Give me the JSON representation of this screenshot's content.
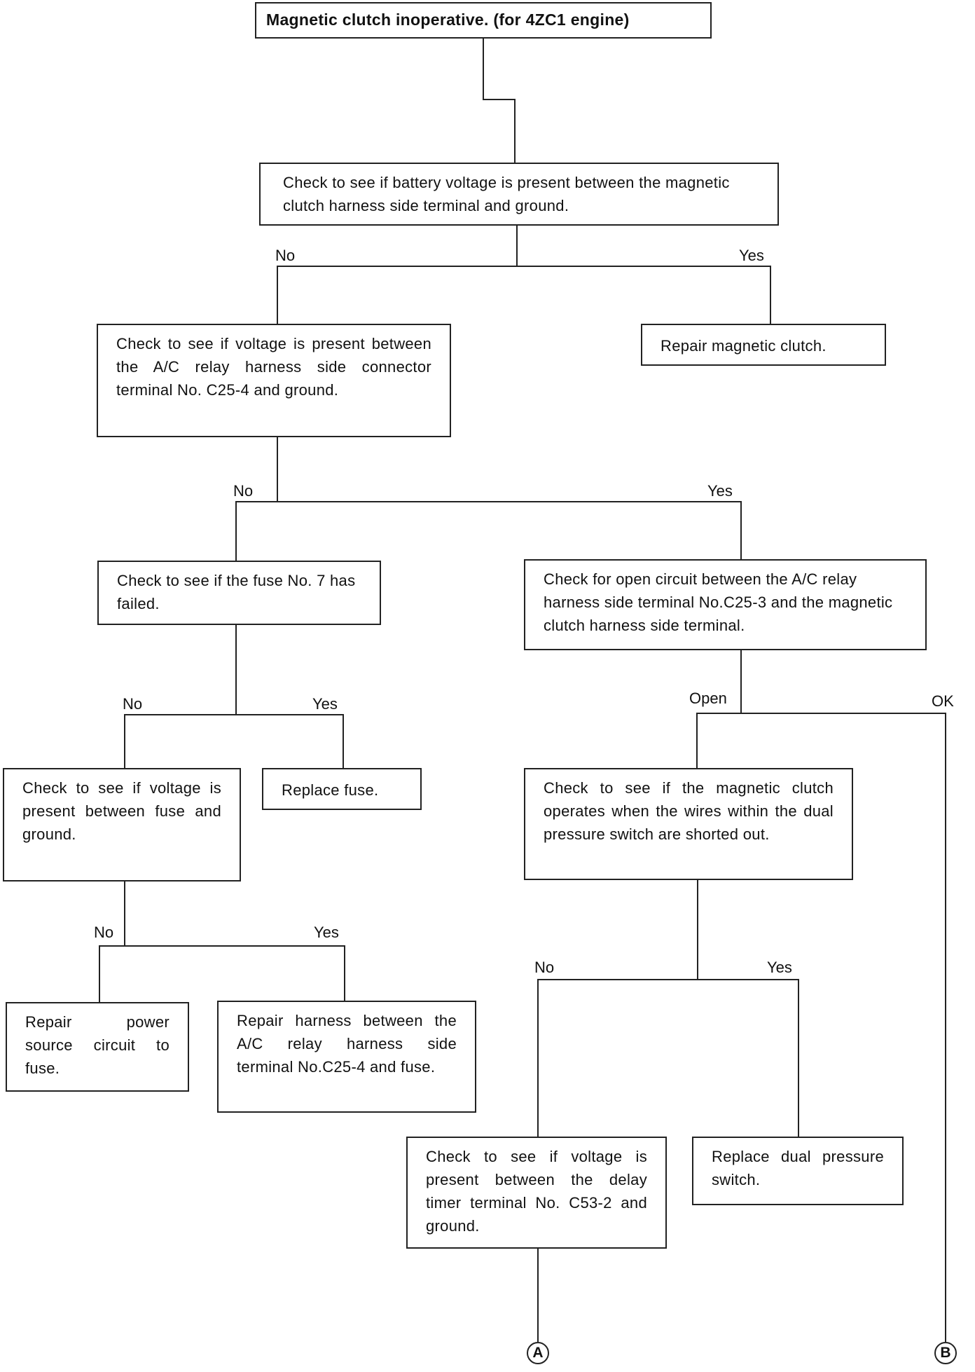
{
  "title": "Magnetic clutch inoperative. (for 4ZC1 engine)",
  "steps": {
    "battery_check": "Check to see if battery voltage is present between the magnetic clutch harness side terminal and ground.",
    "repair_clutch": "Repair magnetic clutch.",
    "relay_check": "Check to see if voltage is present between the A/C relay harness side connector terminal No. C25-4 and ground.",
    "fuse_check": "Check to see if the fuse No. 7 has failed.",
    "open_circuit_check": "Check for open circuit between the A/C relay harness side terminal No.C25-3 and the magnetic clutch harness side terminal.",
    "fuse_ground_check": "Check to see if voltage is present between fuse and ground.",
    "replace_fuse": "Replace fuse.",
    "dual_switch_check": "Check to see if the magnetic clutch operates when the wires within the dual pressure switch are shorted out.",
    "repair_power": "Repair power source circuit to fuse.",
    "repair_harness": "Repair harness between the A/C relay harness side terminal No.C25-4 and fuse.",
    "delay_timer_check": "Check to see if voltage is present between the delay timer terminal No. C53-2 and ground.",
    "replace_switch": "Replace dual pressure switch."
  },
  "branches": {
    "no": "No",
    "yes": "Yes",
    "open": "Open",
    "ok": "OK"
  },
  "connectors": {
    "a": "A",
    "b": "B"
  }
}
